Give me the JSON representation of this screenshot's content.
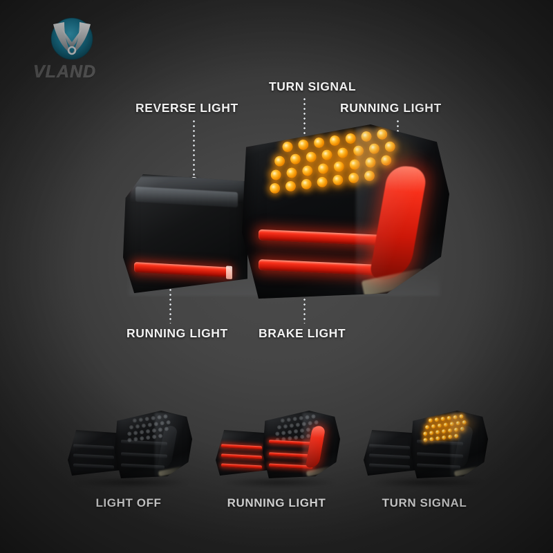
{
  "brand": {
    "name": "VLAND",
    "logo_icon": "vland-crest-icon",
    "logo_accent_color": "#1a7a96",
    "wordmark_color": "#5c5c5c"
  },
  "theme": {
    "background_center": "#4b4b4b",
    "background_edge": "#272727",
    "label_color": "#f2f2f2",
    "leader_line_color": "#e9eef2",
    "marker_fill": "#ffffff",
    "marker_center": "#2f86d8",
    "led_amber": "#ffc233",
    "led_red": "#f8301a"
  },
  "hero": {
    "product_name": "led-tail-light-assembly",
    "callouts": [
      {
        "id": "reverse-light",
        "label": "REVERSE LIGHT",
        "position": "top-left"
      },
      {
        "id": "turn-signal",
        "label": "TURN SIGNAL",
        "position": "top-center"
      },
      {
        "id": "running-light-top",
        "label": "RUNNING LIGHT",
        "position": "top-right"
      },
      {
        "id": "running-light-bottom",
        "label": "RUNNING LIGHT",
        "position": "bottom-left"
      },
      {
        "id": "brake-light",
        "label": "BRAKE LIGHT",
        "position": "bottom-center"
      }
    ]
  },
  "modes": [
    {
      "id": "light-off",
      "caption": "LIGHT OFF",
      "red_on": false,
      "amber_on": false
    },
    {
      "id": "running-light",
      "caption": "RUNNING LIGHT",
      "red_on": true,
      "amber_on": false
    },
    {
      "id": "turn-signal",
      "caption": "TURN SIGNAL",
      "red_on": false,
      "amber_on": true
    }
  ]
}
